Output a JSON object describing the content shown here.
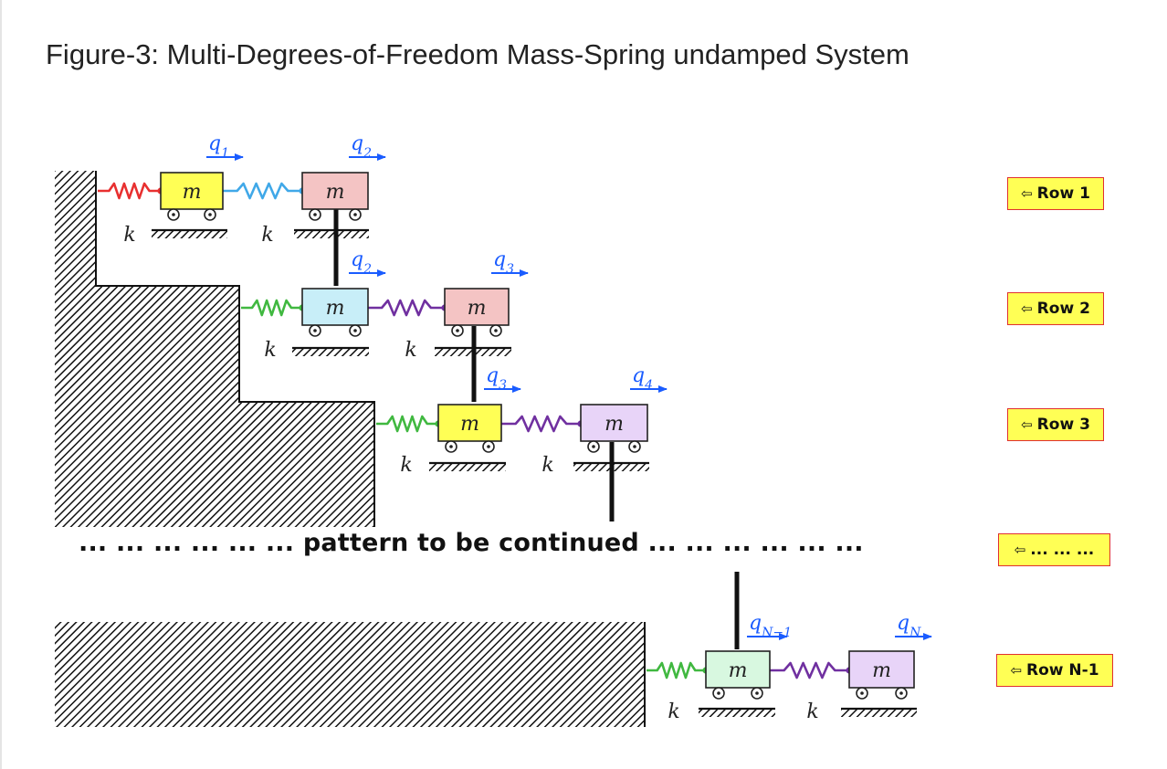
{
  "figure": {
    "title": "Figure-3: Multi-Degrees-of-Freedom Mass-Spring undamped System",
    "continuation_text": "... ... ... ... ... ...  pattern to be continued ... ... ... ... ... ..."
  },
  "labels": {
    "mass": "m",
    "spring": "k",
    "coordinates": {
      "q1": {
        "base": "q",
        "sub": "1"
      },
      "q2": {
        "base": "q",
        "sub": "2"
      },
      "q3": {
        "base": "q",
        "sub": "3"
      },
      "q4": {
        "base": "q",
        "sub": "4"
      },
      "qN1": {
        "base": "q",
        "sub": "N−1"
      },
      "qN": {
        "base": "q",
        "sub": "N"
      }
    }
  },
  "row_tags": [
    {
      "arrow": "⇦",
      "label": "Row 1"
    },
    {
      "arrow": "⇦",
      "label": "Row 2"
    },
    {
      "arrow": "⇦",
      "label": "Row 3"
    },
    {
      "arrow": "⇦",
      "label": "... ... ..."
    },
    {
      "arrow": "⇦",
      "label": "Row N-1"
    }
  ],
  "colors": {
    "mass_yellow": "#ffff55",
    "mass_pink": "#f4c4c4",
    "mass_cyan": "#c8eef8",
    "mass_lavender": "#e8d4f8",
    "mass_mint": "#d8f8e0",
    "spring_red": "#e83030",
    "spring_blue": "#40a8e8",
    "spring_green": "#40b840",
    "spring_purple": "#7030a0",
    "coord_blue": "#1a5cff",
    "tag_fill": "#ffff55",
    "tag_border": "#e03030"
  }
}
